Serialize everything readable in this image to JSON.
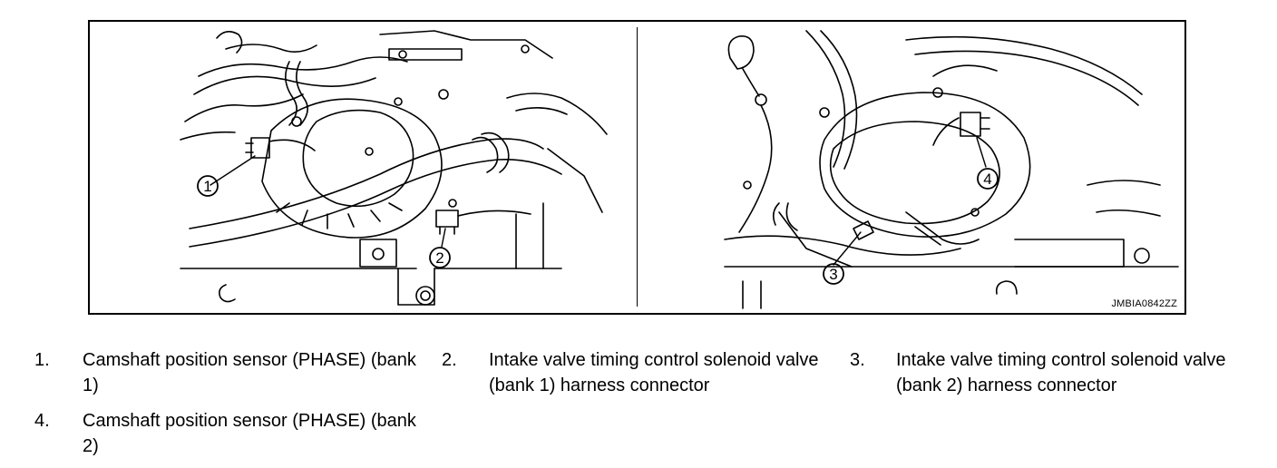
{
  "figure": {
    "code": "JMBIA0842ZZ",
    "callouts": [
      {
        "label": "1"
      },
      {
        "label": "2"
      },
      {
        "label": "3"
      },
      {
        "label": "4"
      }
    ]
  },
  "legend": [
    {
      "num": "1.",
      "text": "Camshaft position sensor (PHASE) (bank 1)"
    },
    {
      "num": "2.",
      "text": "Intake valve timing control solenoid valve (bank 1) harness connector"
    },
    {
      "num": "3.",
      "text": "Intake valve timing control solenoid valve (bank 2) harness connector"
    },
    {
      "num": "4.",
      "text": "Camshaft position sensor (PHASE) (bank 2)"
    }
  ]
}
